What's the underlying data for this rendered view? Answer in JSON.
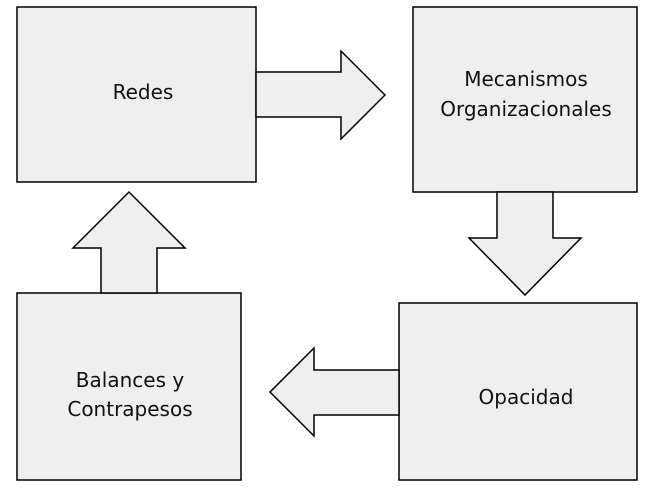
{
  "diagram": {
    "colors": {
      "fill": "#efefef",
      "stroke": "#000000",
      "text": "#111111",
      "background": "#ffffff"
    },
    "nodes": {
      "redes": {
        "lines": [
          "Redes"
        ]
      },
      "mecanismos": {
        "lines": [
          "Mecanismos",
          "Organizacionales"
        ]
      },
      "opacidad": {
        "lines": [
          "Opacidad"
        ]
      },
      "balances": {
        "lines": [
          "Balances y",
          "Contrapesos"
        ]
      }
    },
    "flow": [
      {
        "from": "Redes",
        "to": "Mecanismos Organizacionales",
        "direction": "right"
      },
      {
        "from": "Mecanismos Organizacionales",
        "to": "Opacidad",
        "direction": "down"
      },
      {
        "from": "Opacidad",
        "to": "Balances y Contrapesos",
        "direction": "left"
      },
      {
        "from": "Balances y Contrapesos",
        "to": "Redes",
        "direction": "up"
      }
    ]
  }
}
